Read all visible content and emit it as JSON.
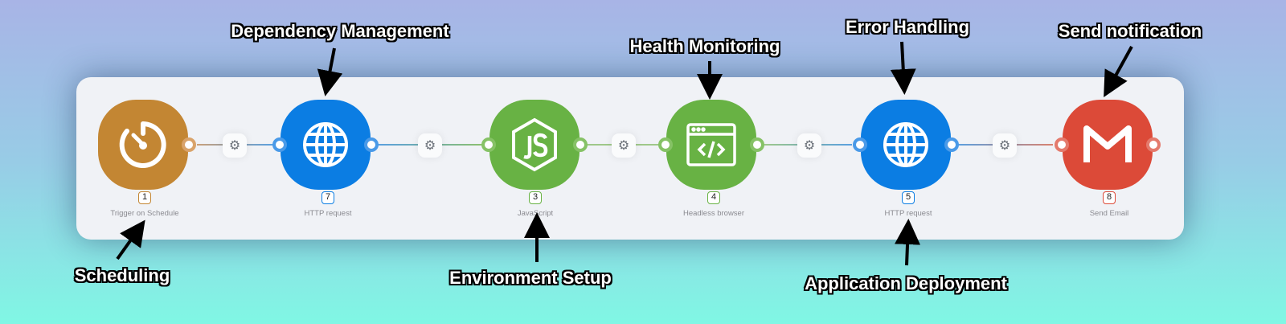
{
  "nodes": [
    {
      "id": "1",
      "label": "Trigger on Schedule",
      "icon": "timer-icon",
      "color": "#c38633"
    },
    {
      "id": "7",
      "label": "HTTP request",
      "icon": "globe-icon",
      "color": "#0b7de3"
    },
    {
      "id": "3",
      "label": "JavaScript",
      "icon": "nodejs-icon",
      "color": "#68b244"
    },
    {
      "id": "4",
      "label": "Headless browser",
      "icon": "browser-code-icon",
      "color": "#68b244"
    },
    {
      "id": "5",
      "label": "HTTP request",
      "icon": "globe-icon",
      "color": "#0b7de3"
    },
    {
      "id": "8",
      "label": "Send Email",
      "icon": "gmail-icon",
      "color": "#dc4a38"
    }
  ],
  "annotations": {
    "scheduling": "Scheduling",
    "dependency": "Dependency Management",
    "environment": "Environment Setup",
    "health": "Health Monitoring",
    "error": "Error Handling",
    "deployment": "Application Deployment",
    "notification": "Send notification"
  }
}
